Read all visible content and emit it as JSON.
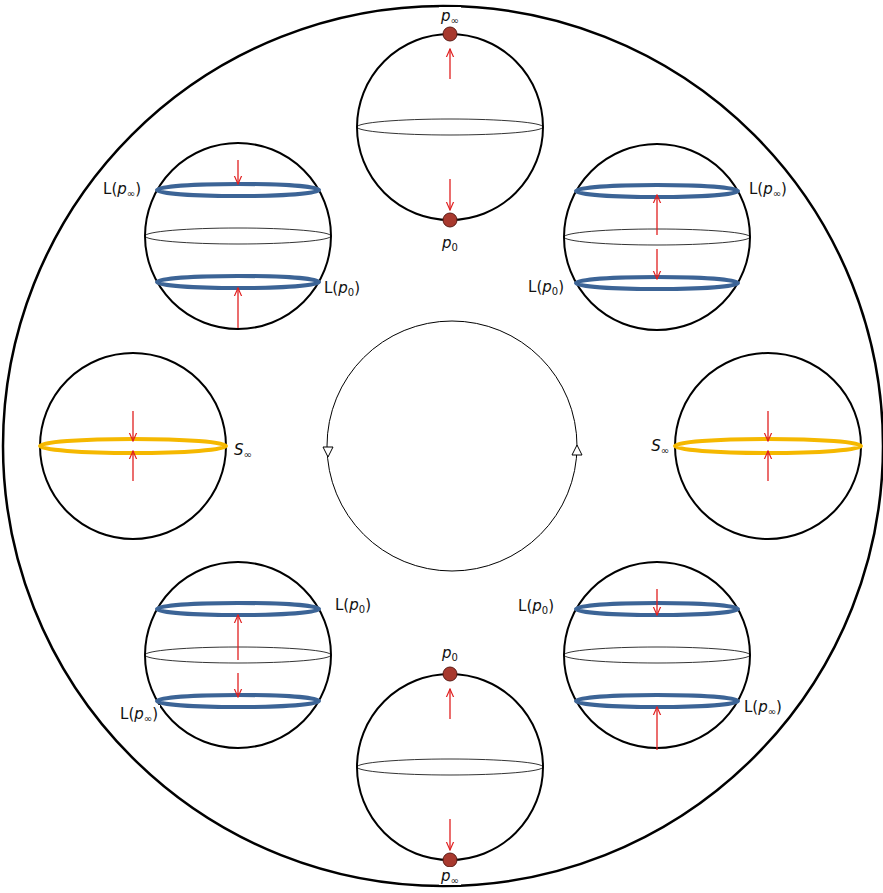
{
  "diagram": {
    "nodes": [
      {
        "text": [
          "p∞",
          "p0"
        ]
      },
      {
        "text": [
          "L(p∞)",
          "L(p0)"
        ]
      },
      {
        "text": [
          "S∞"
        ]
      },
      {
        "text": [
          "L(p0)",
          "L(p∞)"
        ]
      },
      {
        "text": [
          "p0",
          "p∞"
        ]
      },
      {
        "text": [
          "L(p0)",
          "L(p∞)"
        ]
      },
      {
        "text": [
          "S∞"
        ]
      },
      {
        "text": [
          "L(p∞)",
          "L(p0)"
        ]
      }
    ]
  }
}
